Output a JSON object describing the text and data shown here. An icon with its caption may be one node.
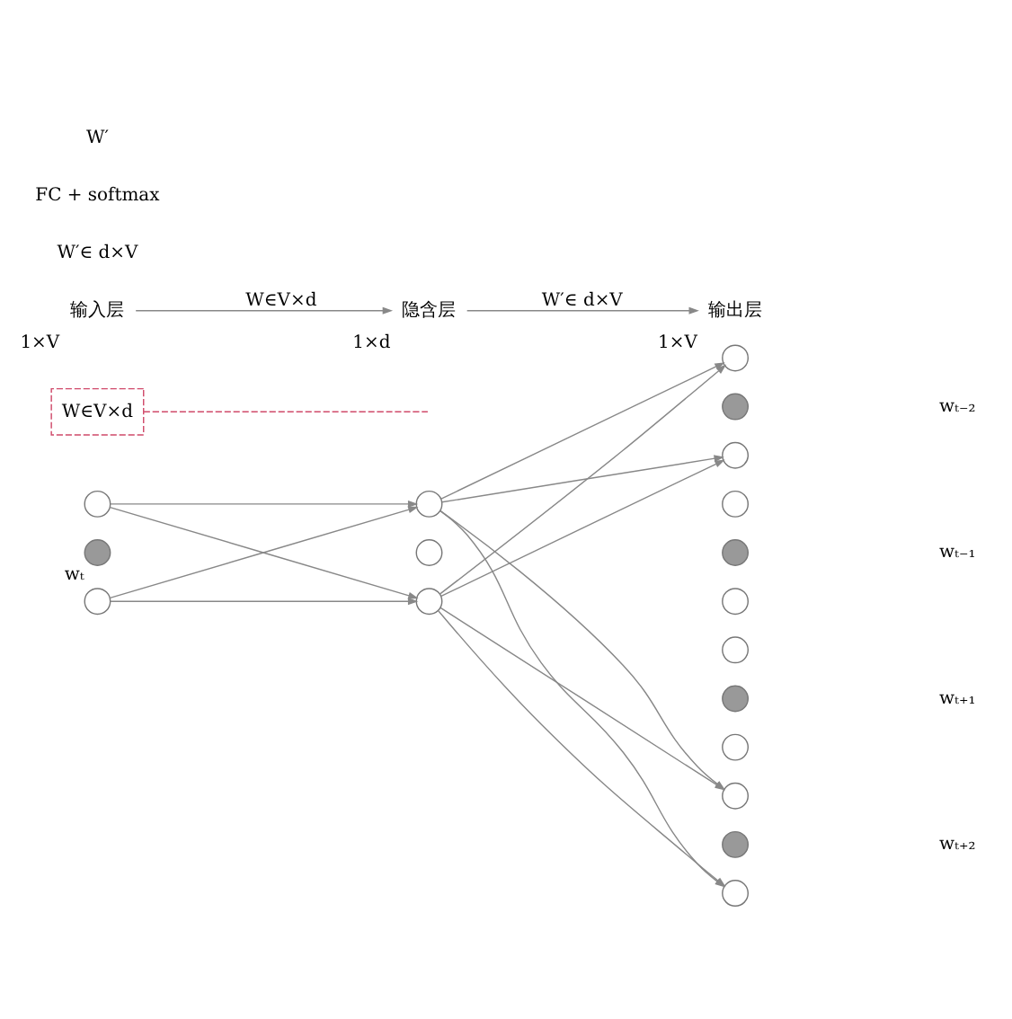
{
  "diagram": {
    "nodes": [
      {
        "text": [],
        "shape": "circle"
      },
      {
        "text": [],
        "shape": "circle",
        "beside": [
          "wₜ"
        ]
      },
      {
        "text": [],
        "shape": "circle"
      },
      {
        "text": [],
        "shape": "circle"
      },
      {
        "text": [],
        "shape": "circle"
      },
      {
        "text": [],
        "shape": "circle"
      },
      {
        "text": [],
        "shape": "circle"
      },
      {
        "text": [],
        "shape": "circle"
      },
      {
        "text": [],
        "shape": "circle"
      },
      {
        "text": [],
        "shape": "circle"
      },
      {
        "text": [],
        "shape": "circle"
      },
      {
        "text": [],
        "shape": "circle"
      },
      {
        "text": [],
        "shape": "circle"
      },
      {
        "text": [],
        "shape": "circle"
      },
      {
        "text": [],
        "shape": "circle"
      },
      {
        "text": [],
        "shape": "circle"
      },
      {
        "text": [],
        "shape": "circle"
      },
      {
        "text": [],
        "shape": "circle"
      },
      {
        "text": [
          "W∈V×d"
        ]
      },
      {
        "text": [
          "输入层"
        ],
        "beside": [
          "1×V"
        ]
      },
      {
        "text": [
          "隐含层"
        ],
        "beside": [
          "1×d"
        ]
      },
      {
        "text": [
          "输出层"
        ],
        "beside": [
          "1×V"
        ]
      }
    ],
    "edges": [
      {
        "from": 18,
        "to": null,
        "arrow": "none",
        "style": "dashed",
        "color": "#d04a6a"
      },
      {
        "from": 0,
        "to": 3,
        "arrow": "to"
      },
      {
        "from": 0,
        "to": 5,
        "arrow": "to"
      },
      {
        "from": 2,
        "to": 3,
        "arrow": "to"
      },
      {
        "from": 2,
        "to": 5,
        "arrow": "to"
      },
      {
        "from": 3,
        "to": 6,
        "arrow": "to"
      },
      {
        "from": 3,
        "to": 8,
        "arrow": "to"
      },
      {
        "from": 5,
        "to": 6,
        "arrow": "to"
      },
      {
        "from": 5,
        "to": 8,
        "arrow": "to"
      },
      {
        "from": 5,
        "to": 15,
        "arrow": "to"
      },
      {
        "from": 5,
        "to": 17,
        "arrow": "to"
      },
      {
        "from": 3,
        "to": 15,
        "arrow": "to"
      },
      {
        "from": 3,
        "to": 17,
        "arrow": "to"
      },
      {
        "from": 19,
        "to": 20,
        "arrow": "to",
        "label": "W∈V×d"
      },
      {
        "from": 20,
        "to": 21,
        "arrow": "to",
        "label": "W′∈ d×V"
      }
    ],
    "labels": [
      "W′∈ d×V",
      "FC + softmax",
      "wₜ₋₂",
      "wₜ₋₁",
      "wₜ₊₁",
      "W′",
      "wₜ₊₂"
    ]
  }
}
